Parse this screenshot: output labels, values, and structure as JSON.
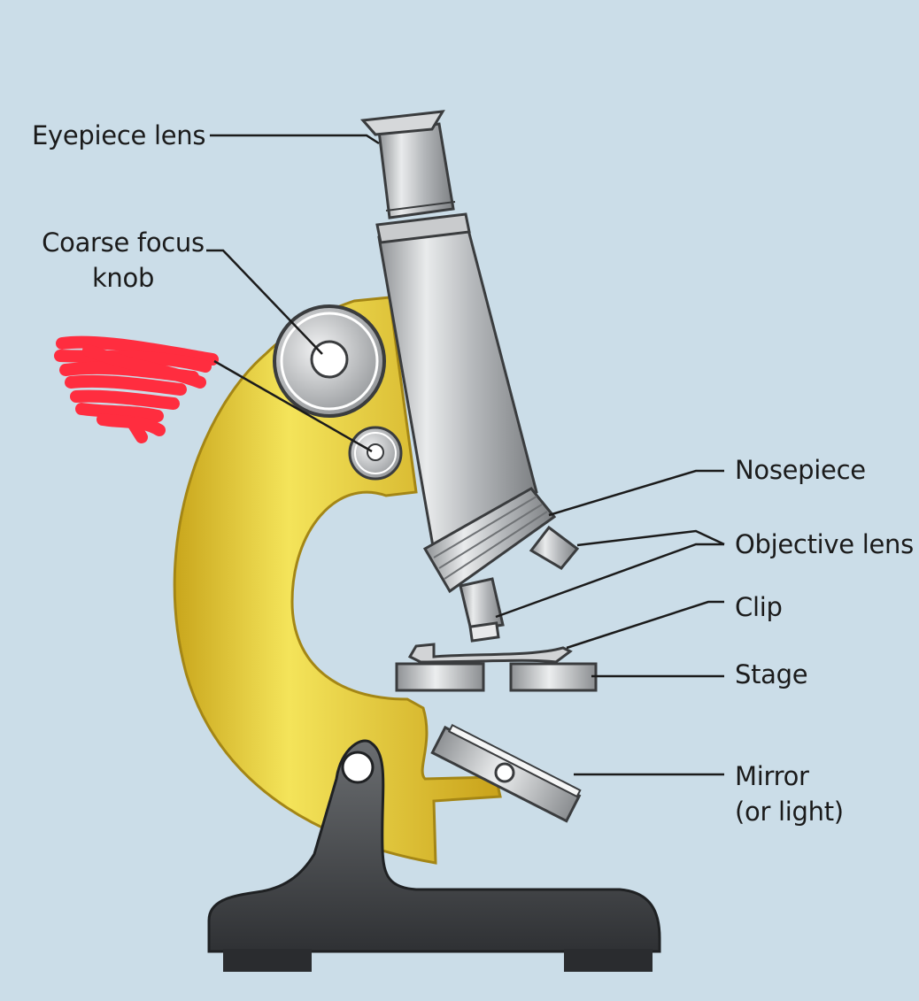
{
  "labels": {
    "eyepiece_lens": "Eyepiece lens",
    "coarse_focus_line1": "Coarse focus",
    "coarse_focus_line2": "knob",
    "nosepiece": "Nosepiece",
    "objective_lens": "Objective lens",
    "clip": "Clip",
    "stage": "Stage",
    "mirror_line1": "Mirror",
    "mirror_line2": "(or light)"
  },
  "colors": {
    "background": "#cbdde8",
    "arm_yellow": "#e5c93a",
    "tube_grey": "#b9bcbf",
    "base_dark": "#3f4245",
    "scribble_red": "#ff2d3f",
    "leader_line": "#1b1b1b"
  }
}
